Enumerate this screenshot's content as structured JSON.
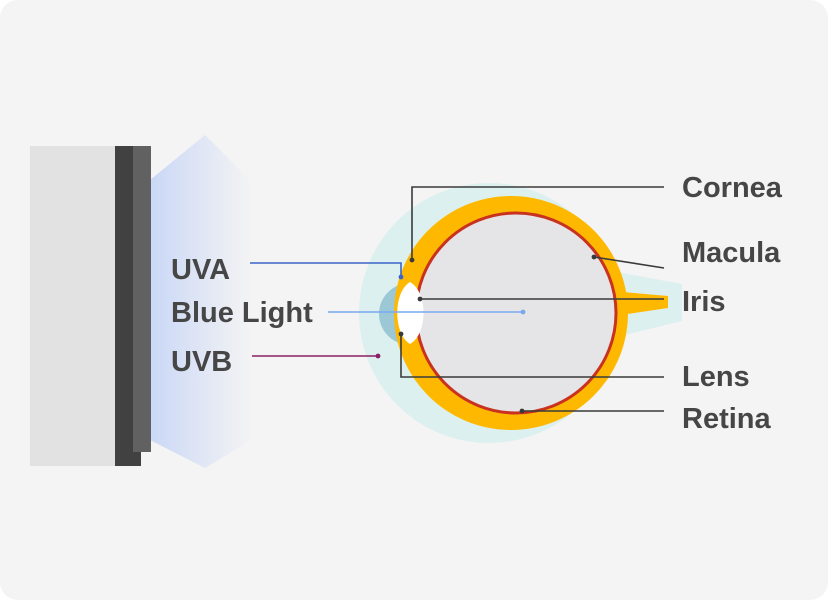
{
  "diagram": {
    "light_labels": {
      "uva": "UVA",
      "blue_light": "Blue Light",
      "uvb": "UVB"
    },
    "eye_labels": {
      "cornea": "Cornea",
      "macula": "Macula",
      "iris": "Iris",
      "lens": "Lens",
      "retina": "Retina"
    },
    "colors": {
      "background": "#f4f4f4",
      "screen_face": "#e2e2e2",
      "screen_edge_dark": "#414141",
      "screen_edge": "#616161",
      "light_glow": "#c8d6f6",
      "outer_layer": "#dcf0ef",
      "choroid": "#ffb800",
      "retina_line": "#c8321e",
      "vitreous": "#e5e4e6",
      "iris_band": "#9cc8d6",
      "lens": "#ffffff",
      "uva_line": "#3a64c8",
      "blue_light_line": "#78a8f0",
      "uvb_line": "#8c1e64",
      "leader_line": "#3a3a3a",
      "label_text": "#464646"
    }
  }
}
